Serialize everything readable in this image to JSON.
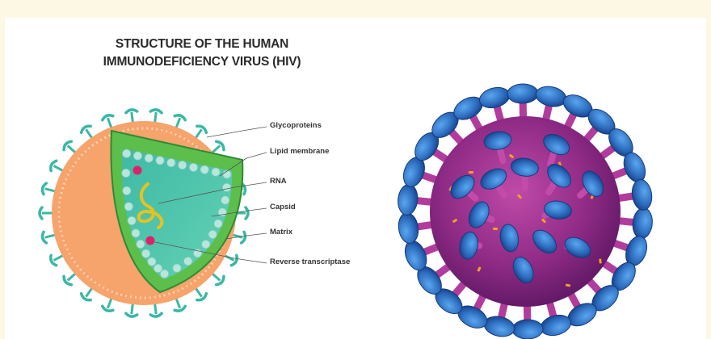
{
  "title": {
    "line1": "STRUCTURE OF THE HUMAN",
    "line2": "IMMUNODEFICIENCY VIRUS (HIV)"
  },
  "labels": [
    {
      "key": "glycoproteins",
      "text": "Glycoproteins"
    },
    {
      "key": "lipid-membrane",
      "text": "Lipid membrane"
    },
    {
      "key": "rna",
      "text": "RNA"
    },
    {
      "key": "capsid",
      "text": "Capsid"
    },
    {
      "key": "matrix",
      "text": "Matrix"
    },
    {
      "key": "reverse-transcriptase",
      "text": "Reverse transcriptase"
    }
  ],
  "colors": {
    "page_background": "#fdf8e4",
    "panel_background": "#ffffff",
    "envelope": "#f6a36c",
    "glycoprotein": "#3bb8a4",
    "matrix": "#5cbf4b",
    "capsid_fill": "#46c0a8",
    "capsid_beads": "#b8e6dc",
    "rna": "#e8c21d",
    "reverse_transcriptase": "#e0206a",
    "virus_body": "#8e2a85",
    "spike_stalk": "#b23c9c",
    "spike_cap": "#2e6fc0"
  }
}
